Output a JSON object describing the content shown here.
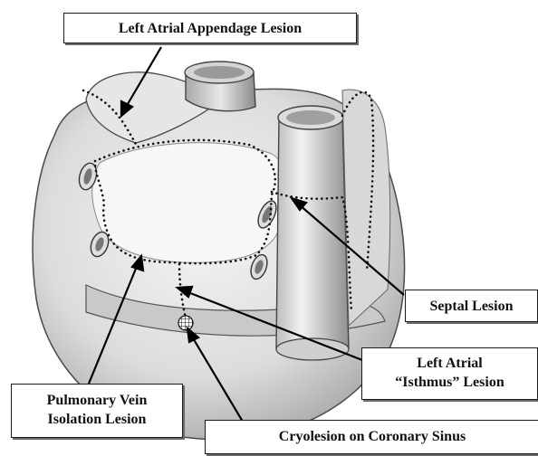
{
  "labels": {
    "left_atrial_appendage": "Left Atrial Appendage  Lesion",
    "septal": "Septal Lesion",
    "isthmus_line1": "Left Atrial",
    "isthmus_line2": "“Isthmus” Lesion",
    "pv_line1": "Pulmonary Vein",
    "pv_line2": "Isolation  Lesion",
    "cryolesion": "Cryolesion on Coronary Sinus"
  },
  "colors": {
    "lesion_line": "#111111",
    "outline": "#3a3a3a",
    "shading": "#bdbdbd"
  }
}
